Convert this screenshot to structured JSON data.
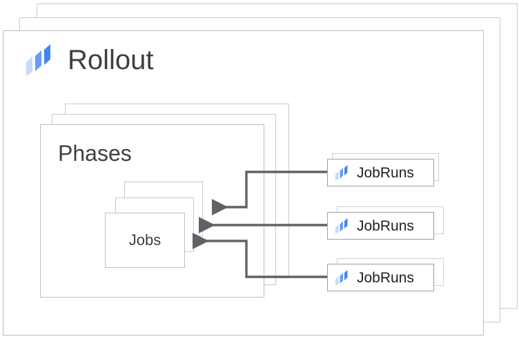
{
  "diagram": {
    "title": "Rollout",
    "logo_icon": "rollout-logo-icon",
    "outer_stack_count": 3,
    "accent_colors": {
      "logo_dark_blue": "#4285f4",
      "logo_mid_blue": "#669df6",
      "logo_light_blue": "#c6dafc",
      "border_gray": "#bdbdbd",
      "arrow_gray": "#5f6368",
      "text_gray": "#3c4043"
    }
  },
  "phases": {
    "title": "Phases",
    "stack_count": 3
  },
  "jobs": {
    "title": "Jobs",
    "stack_count": 3
  },
  "jobruns": [
    {
      "label": "JobRuns",
      "icon": "rollout-logo-icon"
    },
    {
      "label": "JobRuns",
      "icon": "rollout-logo-icon"
    },
    {
      "label": "JobRuns",
      "icon": "rollout-logo-icon"
    }
  ],
  "connectors": [
    {
      "from": "jobruns.0",
      "to": "jobs",
      "arrow": "left"
    },
    {
      "from": "jobruns.1",
      "to": "jobs",
      "arrow": "left"
    },
    {
      "from": "jobruns.2",
      "to": "jobs",
      "arrow": "left"
    }
  ]
}
